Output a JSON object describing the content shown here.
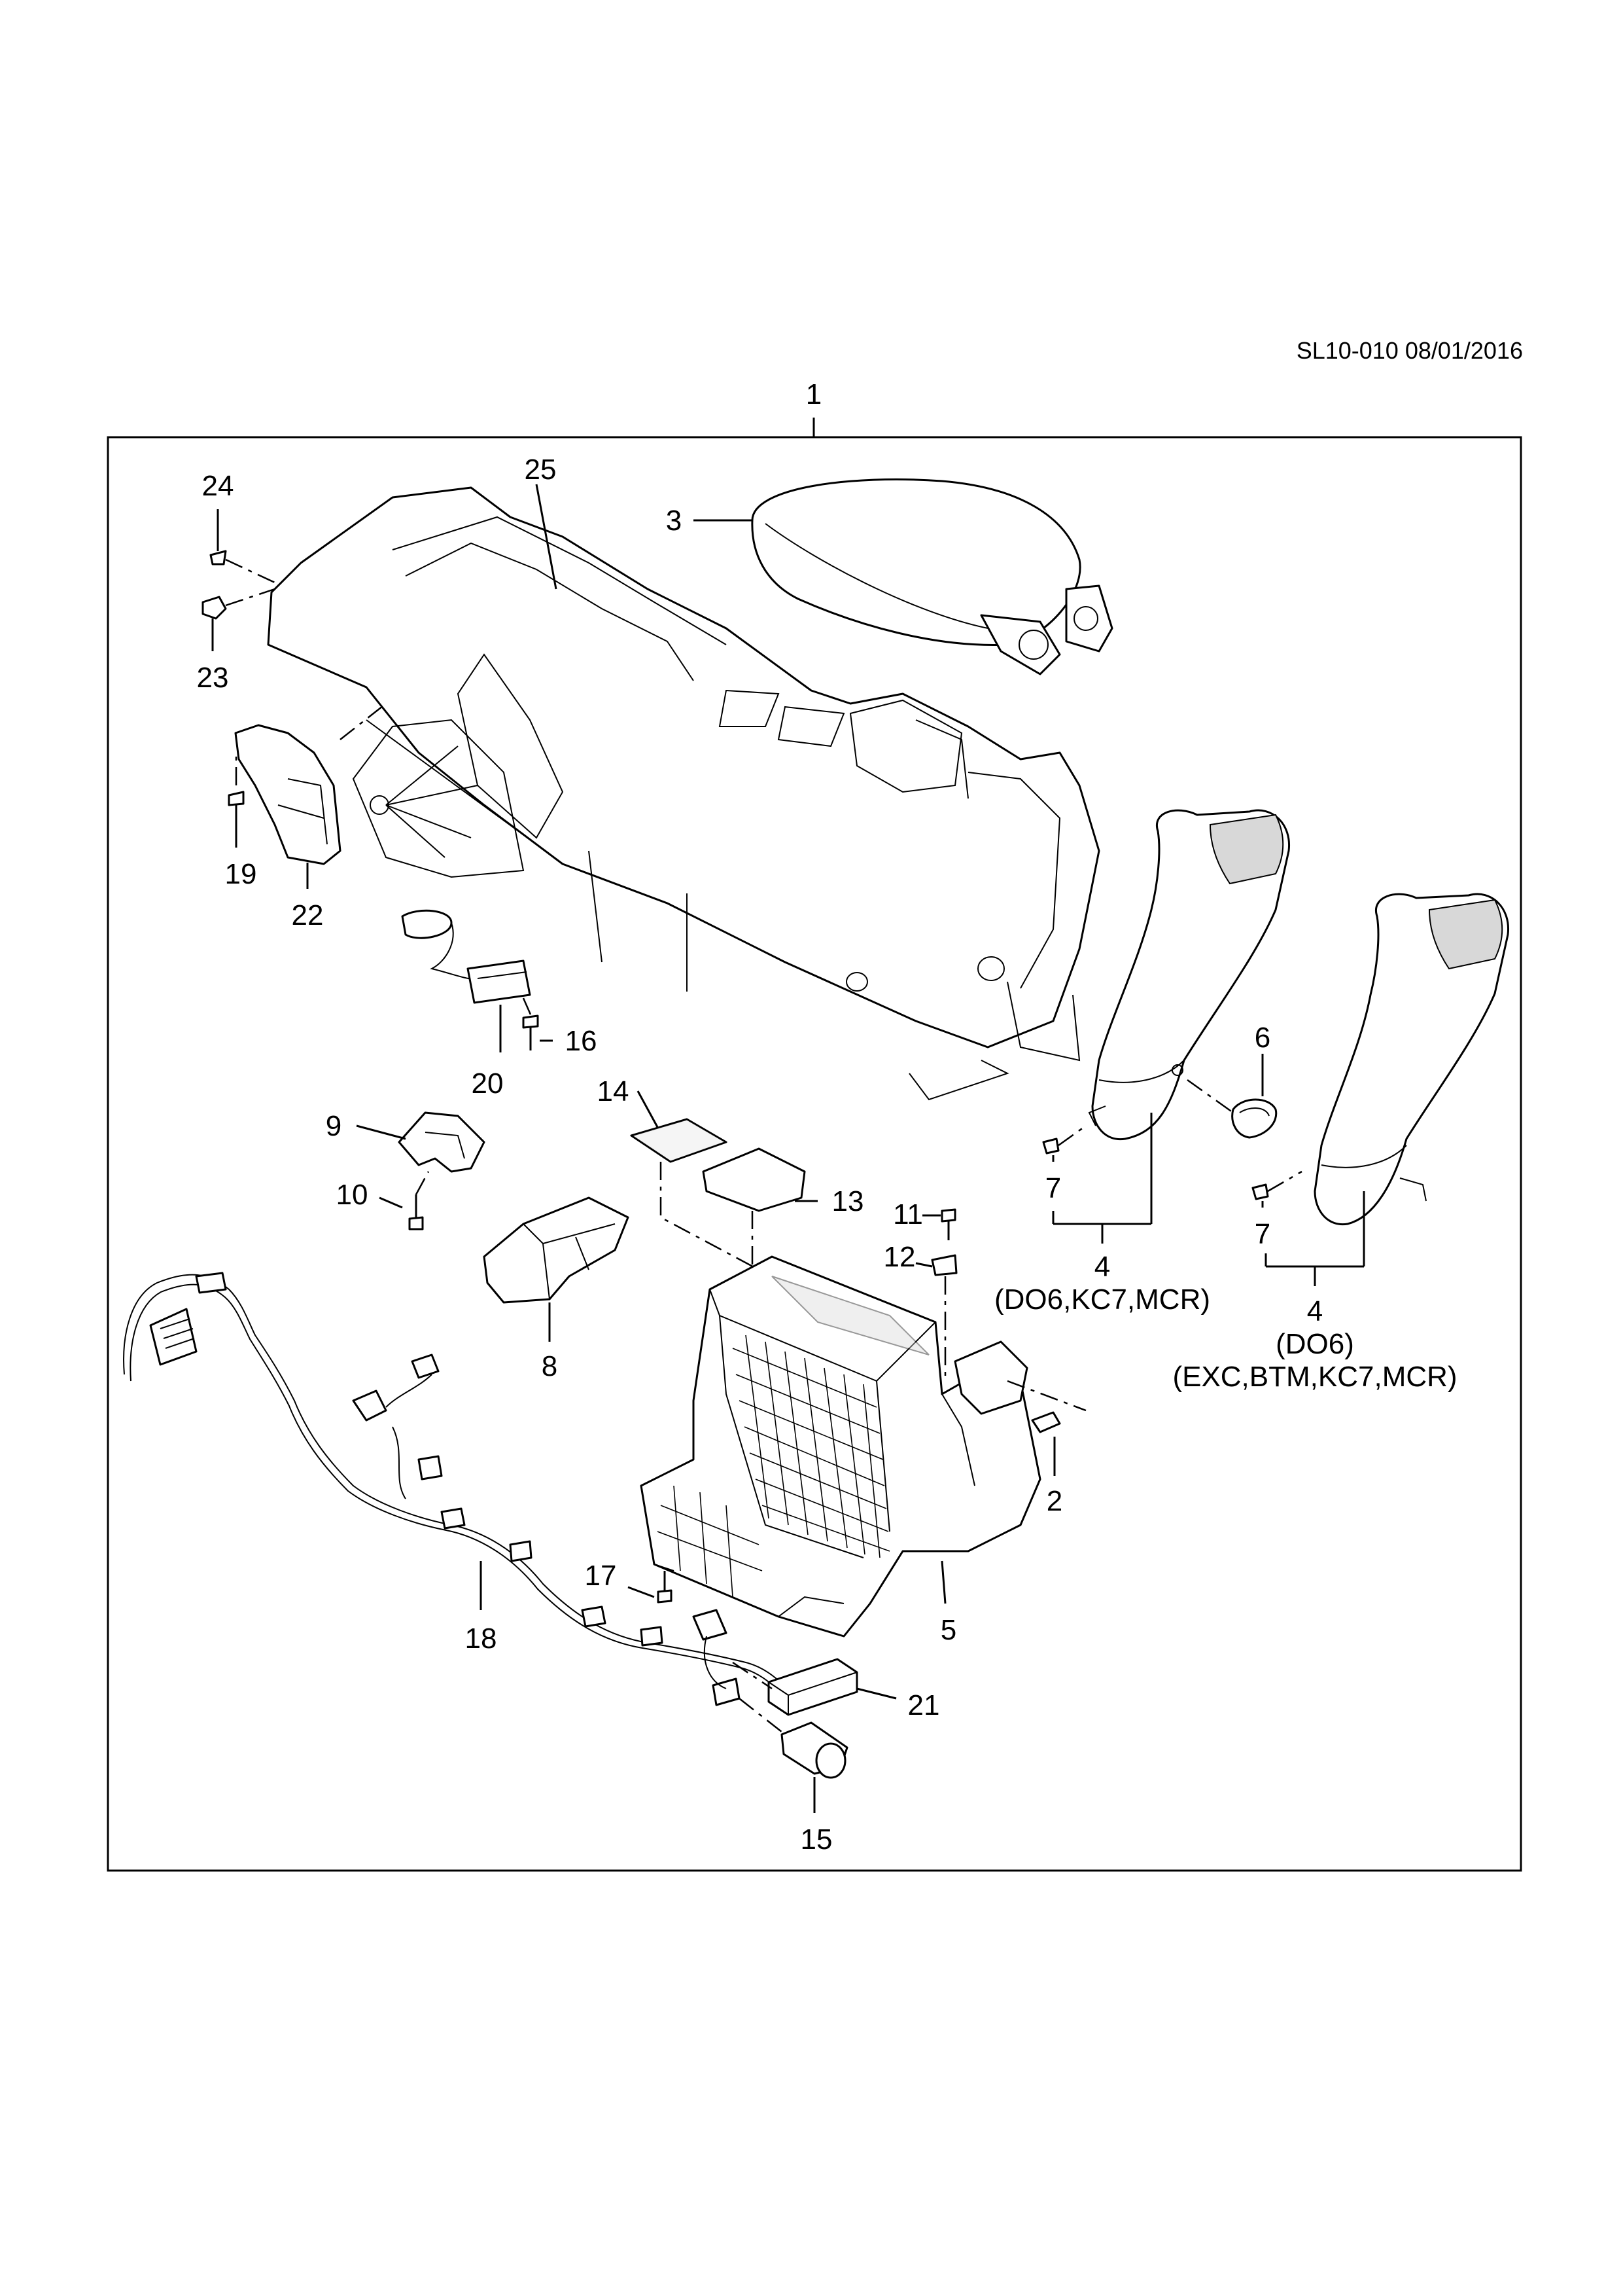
{
  "document": {
    "reference": "SL10-010 08/01/2016"
  },
  "callouts": {
    "c1": "1",
    "c2": "2",
    "c3": "3",
    "c4a": "4",
    "c4b": "4",
    "c5": "5",
    "c6": "6",
    "c7a": "7",
    "c7b": "7",
    "c8": "8",
    "c9": "9",
    "c10": "10",
    "c11": "11",
    "c12": "12",
    "c13": "13",
    "c14": "14",
    "c15": "15",
    "c16": "16",
    "c17": "17",
    "c18": "18",
    "c19": "19",
    "c20": "20",
    "c21": "21",
    "c22": "22",
    "c23": "23",
    "c24": "24",
    "c25": "25"
  },
  "notes": {
    "n4a": "(DO6,KC7,MCR)",
    "n4b_line1": "(DO6)",
    "n4b_line2": "(EXC,BTM,KC7,MCR)"
  }
}
